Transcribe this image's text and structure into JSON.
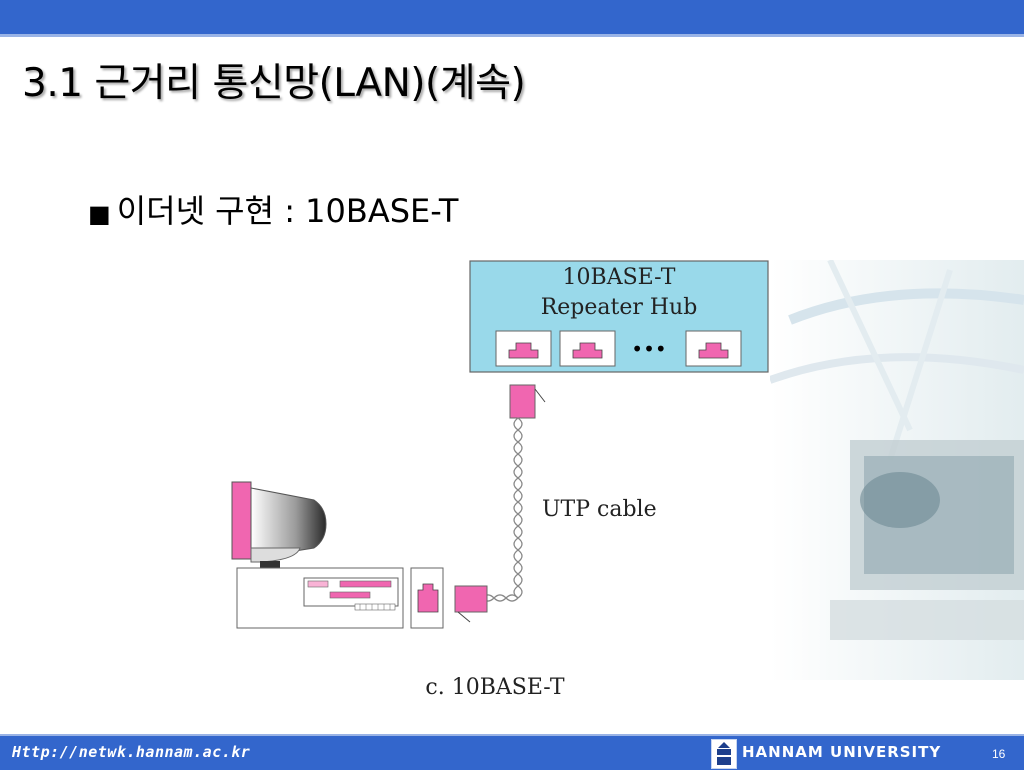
{
  "slide": {
    "title": "3.1 근거리 통신망(LAN)(계속)",
    "bullet_mark": "■",
    "bullet_text": "이더넷 구현 : 10BASE-T"
  },
  "diagram": {
    "hub_label_line1": "10BASE-T",
    "hub_label_line2": "Repeater Hub",
    "port_ellipsis": "•••",
    "cable_label": "UTP cable",
    "caption": "c. 10BASE-T",
    "colors": {
      "hub_fill": "#99d9ea",
      "connector": "#f066b0",
      "cable": "#888888"
    }
  },
  "footer": {
    "url": "Http://netwk.hannam.ac.kr",
    "university": "HANNAM UNIVERSITY",
    "page_number": "16"
  },
  "theme": {
    "bar_color": "#3366cc"
  }
}
